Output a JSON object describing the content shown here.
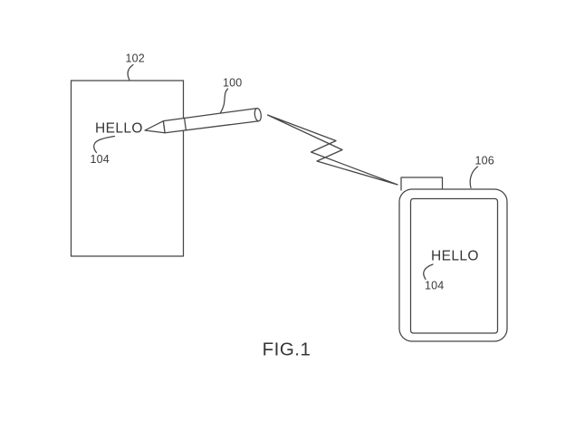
{
  "figure": {
    "caption": "FIG.1"
  },
  "paper": {
    "ref": "102",
    "text": "HELLO",
    "text_ref": "104"
  },
  "pen": {
    "ref": "100"
  },
  "device": {
    "ref": "106",
    "screen_text": "HELLO",
    "screen_text_ref": "104"
  },
  "icons": {
    "wireless_transmission": "lightning-bolt-zigzag"
  },
  "colors": {
    "line": "#454545",
    "text": "#3a3a3a",
    "background": "#ffffff"
  }
}
